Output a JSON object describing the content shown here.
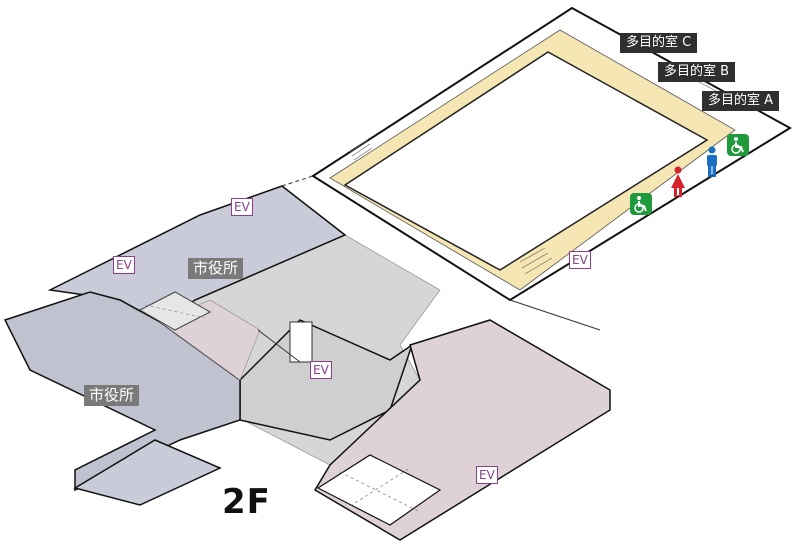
{
  "floor": {
    "label": "2F"
  },
  "rooms": [
    {
      "label": "多目的室 C"
    },
    {
      "label": "多目的室 B"
    },
    {
      "label": "多目的室 A"
    }
  ],
  "areas": [
    {
      "label": "市役所"
    },
    {
      "label": "市役所"
    }
  ],
  "elevators": [
    {
      "label": "EV"
    },
    {
      "label": "EV"
    },
    {
      "label": "EV"
    },
    {
      "label": "EV"
    },
    {
      "label": "EV"
    }
  ],
  "icons": [
    "accessible-restroom-icon",
    "mens-restroom-icon",
    "womens-restroom-icon",
    "accessible-restroom-icon"
  ],
  "colors": {
    "corridor": "#f5e6b3",
    "city_office": "#c9ccd8",
    "pink_zone": "#ded2d6",
    "gray_zone": "#d6d6d6",
    "wheelchair": "#1e9a3c",
    "mens": "#1a6fc2",
    "womens": "#d6222a",
    "elevator": "#8a3f8f"
  }
}
